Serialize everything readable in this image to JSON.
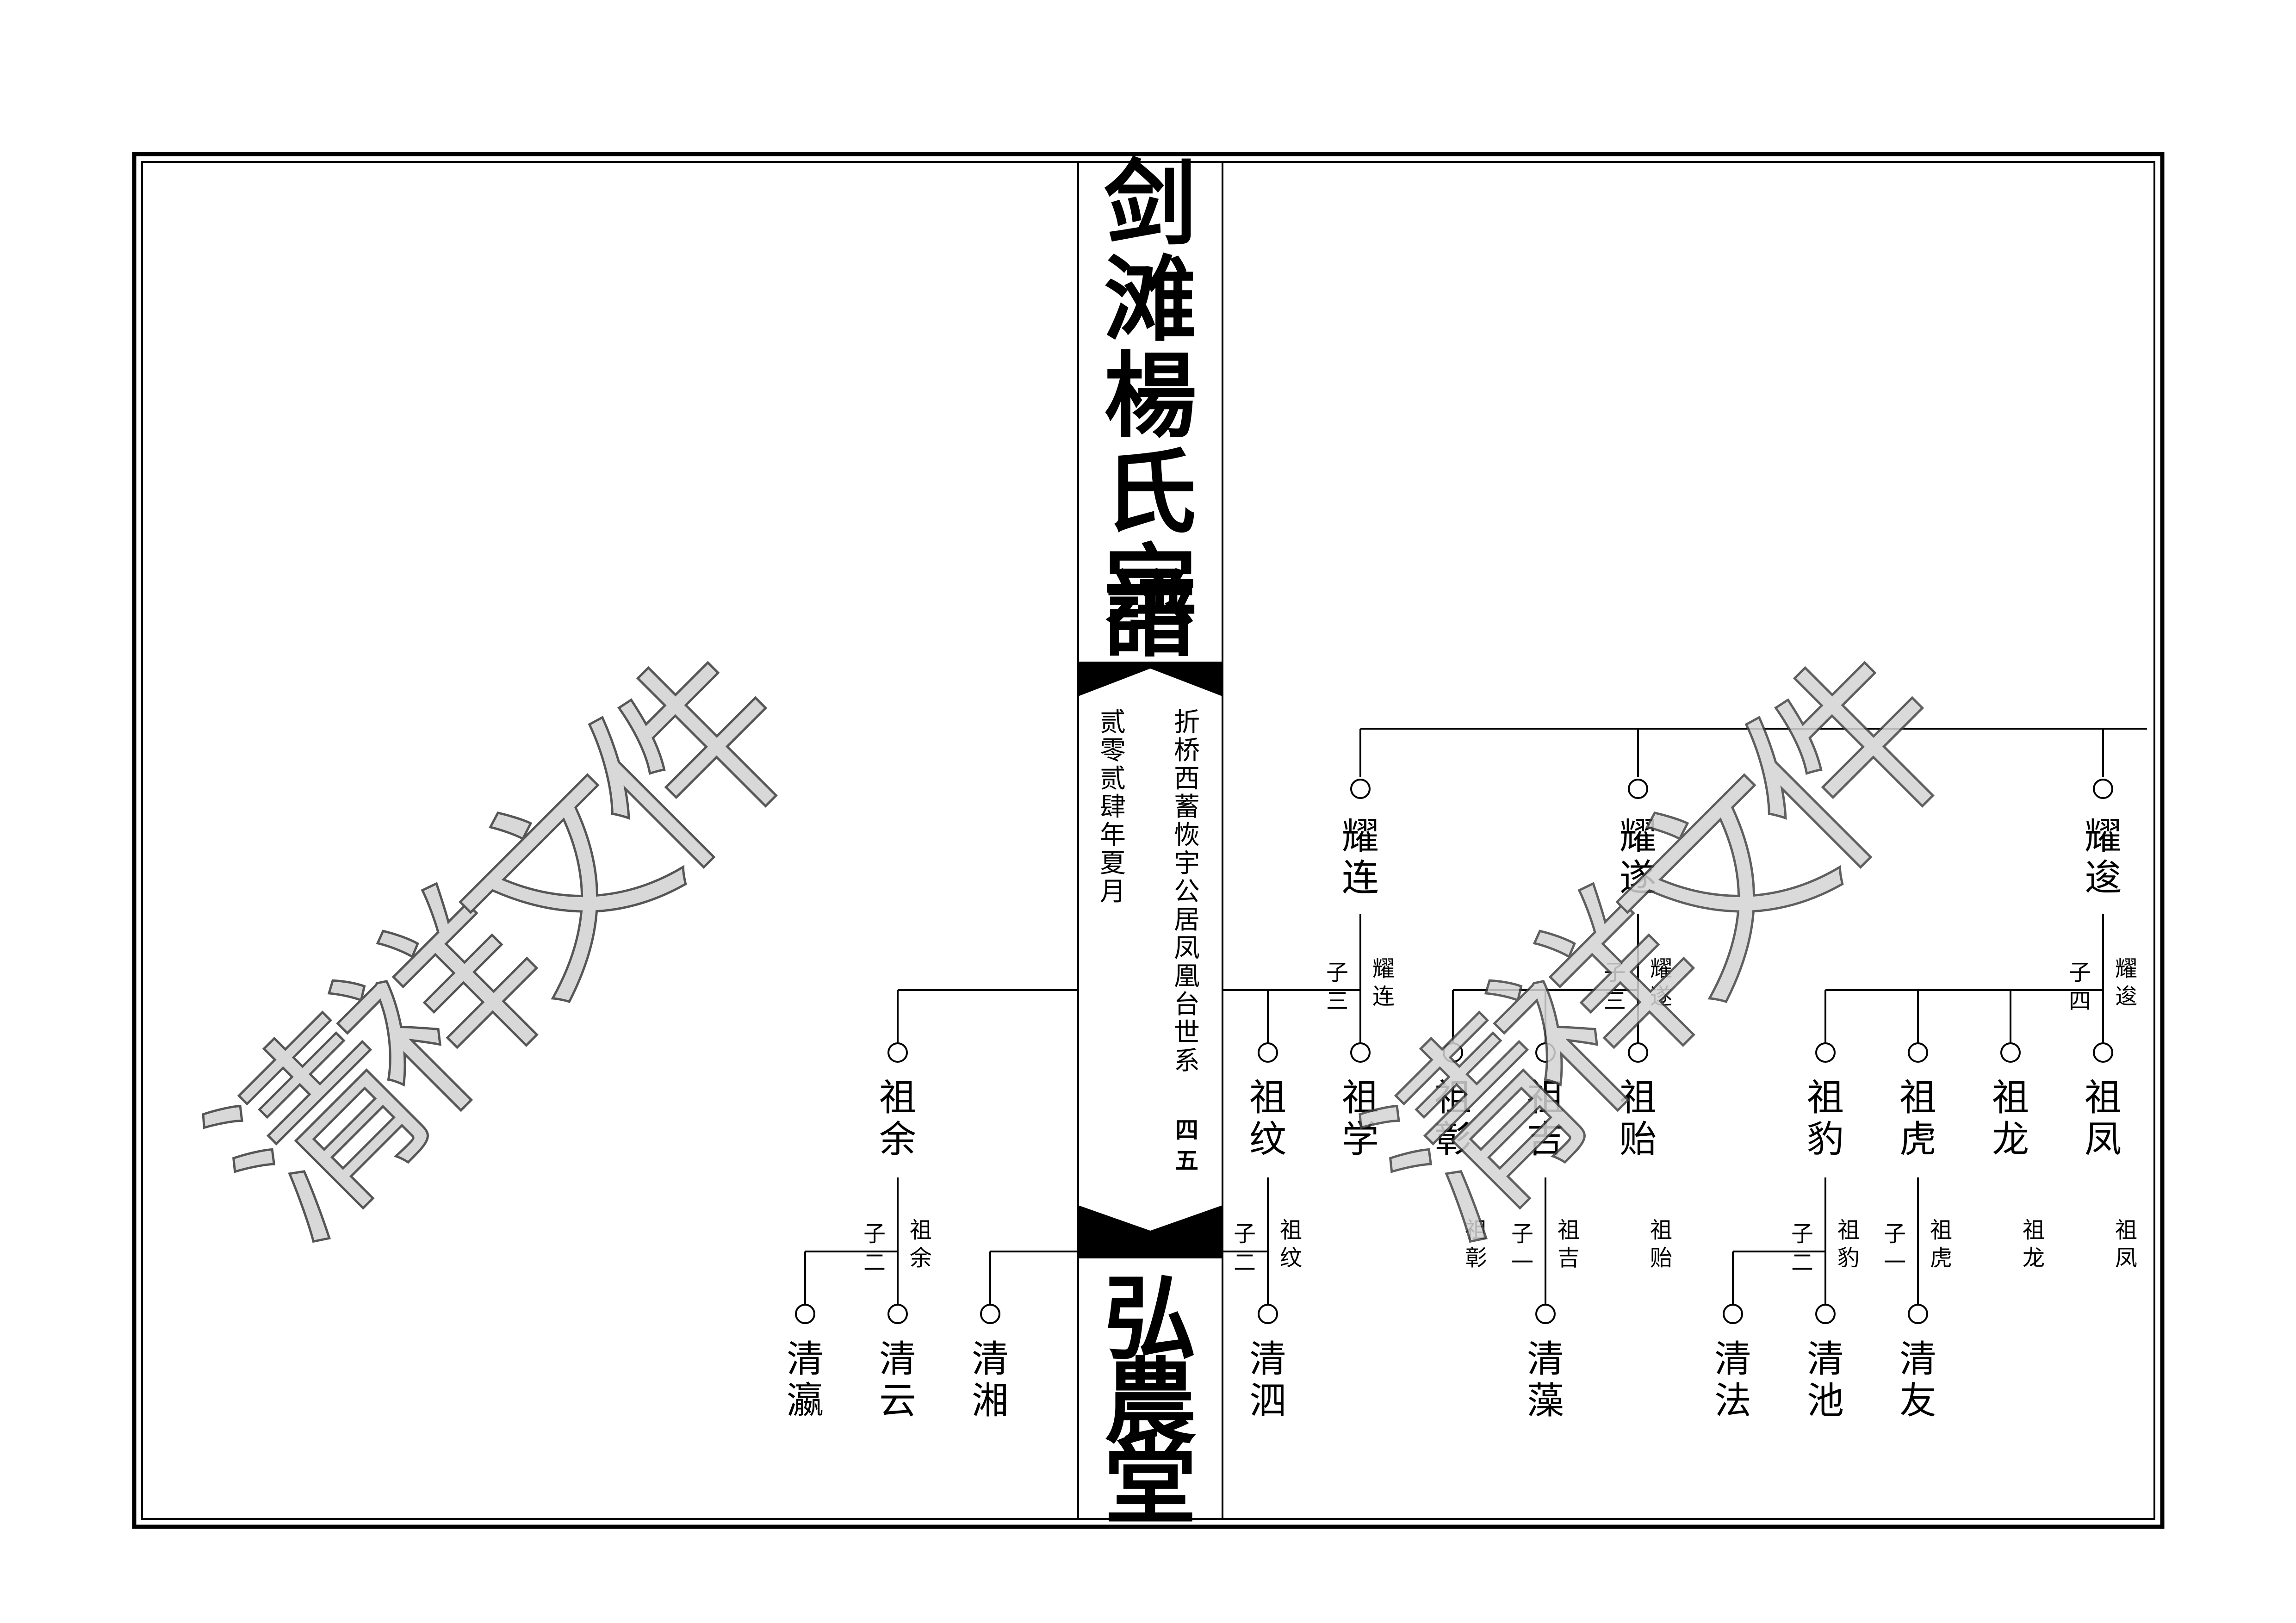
{
  "spine": {
    "title": [
      "剑",
      "滩",
      "楊",
      "氏",
      "宗",
      "譜"
    ],
    "hall": [
      "弘",
      "農",
      "堂"
    ],
    "section": [
      "折",
      "桥",
      "西",
      "蓄",
      "恢",
      "宇",
      "公",
      "居",
      "凤",
      "凰",
      "台",
      "世",
      "系"
    ],
    "page_no": [
      "四",
      "五"
    ],
    "date": [
      "贰",
      "零",
      "贰",
      "肆",
      "年",
      "夏",
      "月"
    ]
  },
  "watermark": {
    "text": [
      "清",
      "祥",
      "文",
      "件"
    ]
  },
  "tree": {
    "gen1": [
      {
        "name": [
          "耀",
          "连"
        ]
      },
      {
        "name": [
          "耀",
          "遂"
        ]
      },
      {
        "name": [
          "耀",
          "逡"
        ]
      }
    ],
    "gen1_notes": [
      {
        "count": [
          "子",
          "三"
        ],
        "parent": [
          "耀",
          "连"
        ]
      },
      {
        "count": [
          "子",
          "三"
        ],
        "parent": [
          "耀",
          "遂"
        ]
      },
      {
        "count": [
          "子",
          "四"
        ],
        "parent": [
          "耀",
          "逡"
        ]
      }
    ],
    "gen2": [
      {
        "name": [
          "祖",
          "余"
        ]
      },
      {
        "name": [
          "祖",
          "纹"
        ]
      },
      {
        "name": [
          "祖",
          "学"
        ]
      },
      {
        "name": [
          "祖",
          "彰"
        ]
      },
      {
        "name": [
          "祖",
          "吉"
        ]
      },
      {
        "name": [
          "祖",
          "贻"
        ]
      },
      {
        "name": [
          "祖",
          "豹"
        ]
      },
      {
        "name": [
          "祖",
          "虎"
        ]
      },
      {
        "name": [
          "祖",
          "龙"
        ]
      },
      {
        "name": [
          "祖",
          "凤"
        ]
      }
    ],
    "gen2_notes": [
      {
        "count": [
          "子",
          "二"
        ],
        "parent": [
          "祖",
          "余"
        ]
      },
      {
        "count": [
          "子",
          "二"
        ],
        "parent": [
          "祖",
          "纹"
        ]
      },
      {
        "count": [
          "",
          ""
        ],
        "parent": [
          "祖",
          "彰"
        ]
      },
      {
        "count": [
          "子",
          "一"
        ],
        "parent": [
          "祖",
          "吉"
        ]
      },
      {
        "count": [
          "",
          ""
        ],
        "parent": [
          "祖",
          "贻"
        ]
      },
      {
        "count": [
          "子",
          "二"
        ],
        "parent": [
          "祖",
          "豹"
        ]
      },
      {
        "count": [
          "子",
          "一"
        ],
        "parent": [
          "祖",
          "虎"
        ]
      },
      {
        "count": [
          "",
          ""
        ],
        "parent": [
          "祖",
          "龙"
        ]
      },
      {
        "count": [
          "",
          ""
        ],
        "parent": [
          "祖",
          "凤"
        ]
      }
    ],
    "gen3": [
      {
        "name": [
          "清",
          "瀛"
        ]
      },
      {
        "name": [
          "清",
          "云"
        ]
      },
      {
        "name": [
          "清",
          "湘"
        ]
      },
      {
        "name": [
          "清",
          "泗"
        ]
      },
      {
        "name": [
          "清",
          "藻"
        ]
      },
      {
        "name": [
          "清",
          "法"
        ]
      },
      {
        "name": [
          "清",
          "池"
        ]
      },
      {
        "name": [
          "清",
          "友"
        ]
      }
    ]
  }
}
